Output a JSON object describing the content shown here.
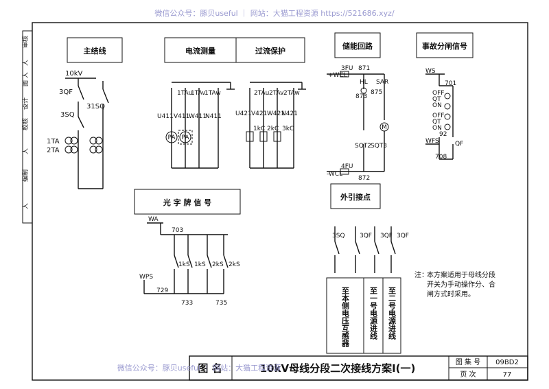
{
  "watermark": {
    "top": "微信公众号：豚贝useful ｜ 网站：大猫工程资源 https://521686.xyz/",
    "bottom": "微信公众号：豚贝useful ｜ 网站：大猫工程资源"
  },
  "side_strip": [
    "审核",
    "人",
    "图 人",
    "制 图",
    "人",
    "设计",
    "校核",
    "人",
    "编制",
    "人"
  ],
  "sections": {
    "main_bus": "主结线",
    "current_measure": "电流测量",
    "overcurrent": "过流保护",
    "storage": "储能回路",
    "trip_signal": "事故分闸信号",
    "light_panel": "光 字 牌 信 号",
    "external": "外引接点"
  },
  "main_bus": {
    "voltage": "10kV",
    "breaker": "3QF",
    "switch1": "3SQ",
    "switch2": "31SQ",
    "ct1": "1TA",
    "ct2": "2TA"
  },
  "current_measure": {
    "ct_labels": [
      "1TAu",
      "1TAv",
      "1TAw"
    ],
    "wires": [
      "U411",
      "V411",
      "W411",
      "N411"
    ],
    "meters": [
      "PA",
      "PA"
    ]
  },
  "overcurrent": {
    "ct_labels": [
      "2TAu",
      "2TAv",
      "2TAw"
    ],
    "wires": [
      "U421",
      "V421",
      "W421",
      "N421"
    ],
    "relays": [
      "1kC",
      "2kC",
      "3kC"
    ]
  },
  "storage": {
    "top_bus": "+WCL",
    "fuse_top": "3FU",
    "node_top": "871",
    "lamp": "HL",
    "switch": "SAR",
    "node_a": "873",
    "node_b": "875",
    "motor": "M",
    "sq1": "SQT2",
    "sq2": "SQT3",
    "bottom_bus": "-WCL",
    "fuse_bottom": "4FU",
    "node_bottom": "872"
  },
  "trip_signal": {
    "bus": "WS",
    "node": "701",
    "contacts": [
      "OFF",
      "QT",
      "ON",
      "OFF",
      "QT",
      "ON"
    ],
    "node2": "92",
    "bus2": "WFS",
    "breaker": "QF",
    "node3": "708"
  },
  "light_panel": {
    "bus": "WA",
    "node_top": "703",
    "switches": [
      "1kS",
      "1kS",
      "2kS",
      "2kS"
    ],
    "bus2": "WPS",
    "node_left": "729",
    "node_a": "733",
    "node_b": "735"
  },
  "external": {
    "contacts": [
      "3SQ",
      "3QF",
      "3QF",
      "3QF"
    ],
    "table": [
      "至本侧电压互感器",
      "至一号电源进线",
      "至二号电源进线"
    ]
  },
  "note": {
    "prefix": "注：",
    "text": [
      "本方案适用于母线分段",
      "开关为手动操作分、合",
      "闸方式时采用。"
    ]
  },
  "title_block": {
    "label": "图 名",
    "title": "10kV母线分段二次接线方案Ⅰ(一)",
    "atlas_label": "图 集 号",
    "atlas_no": "09BD2",
    "page_label": "页 次",
    "page_no": "77"
  }
}
